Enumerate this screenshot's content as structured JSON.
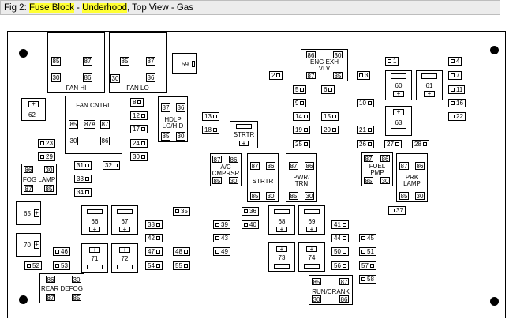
{
  "title": {
    "prefix": "Fig 2: ",
    "highlight1": "Fuse Block",
    "sep": " - ",
    "highlight2": "Underhood",
    "suffix": ", Top View - Gas"
  },
  "relays": {
    "fan_hi": {
      "label": "FAN HI",
      "pins": [
        "85",
        "87",
        "30",
        "86"
      ]
    },
    "fan_lo": {
      "label": "FAN LO",
      "pins": [
        "85",
        "87",
        "30",
        "86"
      ]
    },
    "fan_cntrl": {
      "label": "FAN CNTRL",
      "pins": [
        "85",
        "87A",
        "87",
        "30",
        "86"
      ]
    },
    "hdlp": {
      "label1": "HDLP",
      "label2": "LO/HID",
      "pins": [
        "87",
        "86",
        "85",
        "30"
      ]
    },
    "eng_exh": {
      "label1": "ENG EXH",
      "label2": "VLV",
      "pins": [
        "86",
        "30",
        "87",
        "85"
      ]
    },
    "fog": {
      "label": "FOG LAMP",
      "pins": [
        "86",
        "30",
        "87",
        "85"
      ]
    },
    "ac": {
      "label1": "A/C",
      "label2": "CMPRSR",
      "pins": [
        "87",
        "86",
        "85",
        "30"
      ]
    },
    "strtr_relay": {
      "label": "STRTR",
      "pins": [
        "87",
        "86",
        "85",
        "30"
      ]
    },
    "pwr_trn": {
      "label1": "PWR/",
      "label2": "TRN",
      "pins": [
        "87",
        "86",
        "85",
        "30"
      ]
    },
    "fuel_pmp": {
      "label1": "FUEL",
      "label2": "PMP",
      "pins": [
        "87",
        "86",
        "85",
        "30"
      ]
    },
    "prk_lamp": {
      "label1": "PRK",
      "label2": "LAMP",
      "pins": [
        "87",
        "86",
        "85",
        "30"
      ]
    },
    "rear_defog": {
      "label": "REAR DEFOG",
      "pins": [
        "86",
        "30",
        "87",
        "85"
      ]
    },
    "run_crank": {
      "label": "RUN/CRANK",
      "pins": [
        "85",
        "87",
        "30",
        "86"
      ]
    }
  },
  "strtr_diode": {
    "label": "STRTR",
    "sign": "+"
  },
  "maxi": {
    "f59": {
      "num": "59"
    },
    "f62": {
      "num": "62",
      "sign": "+"
    },
    "f60": {
      "num": "60",
      "sign": "+"
    },
    "f61": {
      "num": "61",
      "sign": "+"
    },
    "f63": {
      "num": "63",
      "sign": "+"
    },
    "f65": {
      "num": "65",
      "sign": "+"
    },
    "f70": {
      "num": "70",
      "sign": "+"
    },
    "f66": {
      "num": "66",
      "sign": "+"
    },
    "f67": {
      "num": "67",
      "sign": "+"
    },
    "f68": {
      "num": "68",
      "sign": "+"
    },
    "f69": {
      "num": "69",
      "sign": "+"
    },
    "f71": {
      "num": "71",
      "sign": "+"
    },
    "f72": {
      "num": "72",
      "sign": "+"
    },
    "f73": {
      "num": "73",
      "sign": "+"
    },
    "f74": {
      "num": "74",
      "sign": "+"
    }
  },
  "fuses": [
    "1",
    "2",
    "3",
    "4",
    "5",
    "6",
    "7",
    "8",
    "9",
    "10",
    "11",
    "12",
    "13",
    "14",
    "15",
    "16",
    "17",
    "18",
    "19",
    "20",
    "21",
    "22",
    "23",
    "24",
    "25",
    "26",
    "27",
    "28",
    "29",
    "30",
    "31",
    "32",
    "33",
    "34",
    "35",
    "36",
    "37",
    "38",
    "39",
    "40",
    "41",
    "42",
    "43",
    "44",
    "45",
    "46",
    "47",
    "48",
    "49",
    "50",
    "51",
    "52",
    "53",
    "54",
    "55",
    "56",
    "57",
    "58"
  ]
}
